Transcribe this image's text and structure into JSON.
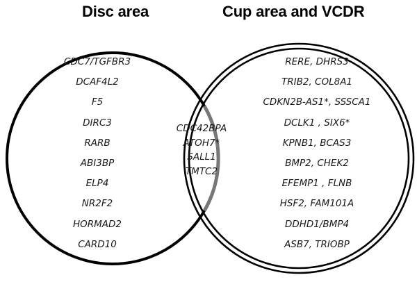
{
  "titles": {
    "left": "Disc area",
    "right": "Cup area and VCDR"
  },
  "colors": {
    "left_circle": "#000000",
    "right_circle": "#000000",
    "overlap_arc": "#777777",
    "text": "#1a1a1a"
  },
  "sets": {
    "disc_only": [
      "CDC7/TGFBR3",
      "DCAF4L2",
      "F5",
      "DIRC3",
      "RARB",
      "ABI3BP",
      "ELP4",
      "NR2F2",
      "HORMAD2",
      "CARD10"
    ],
    "shared": [
      "CDC42BPA",
      "ATOH7*",
      "SALL1",
      "TMTC2"
    ],
    "cup_vcdr_only": [
      "RERE, DHRS3",
      "TRIB2, COL8A1",
      "CDKN2B-AS1*, SSSCA1",
      "DCLK1 , SIX6*",
      "KPNB1, BCAS3",
      "BMP2, CHEK2",
      "EFEMP1 , FLNB",
      "HSF2, FAM101A",
      "DDHD1/BMP4",
      "ASB7, TRIOBP"
    ]
  }
}
